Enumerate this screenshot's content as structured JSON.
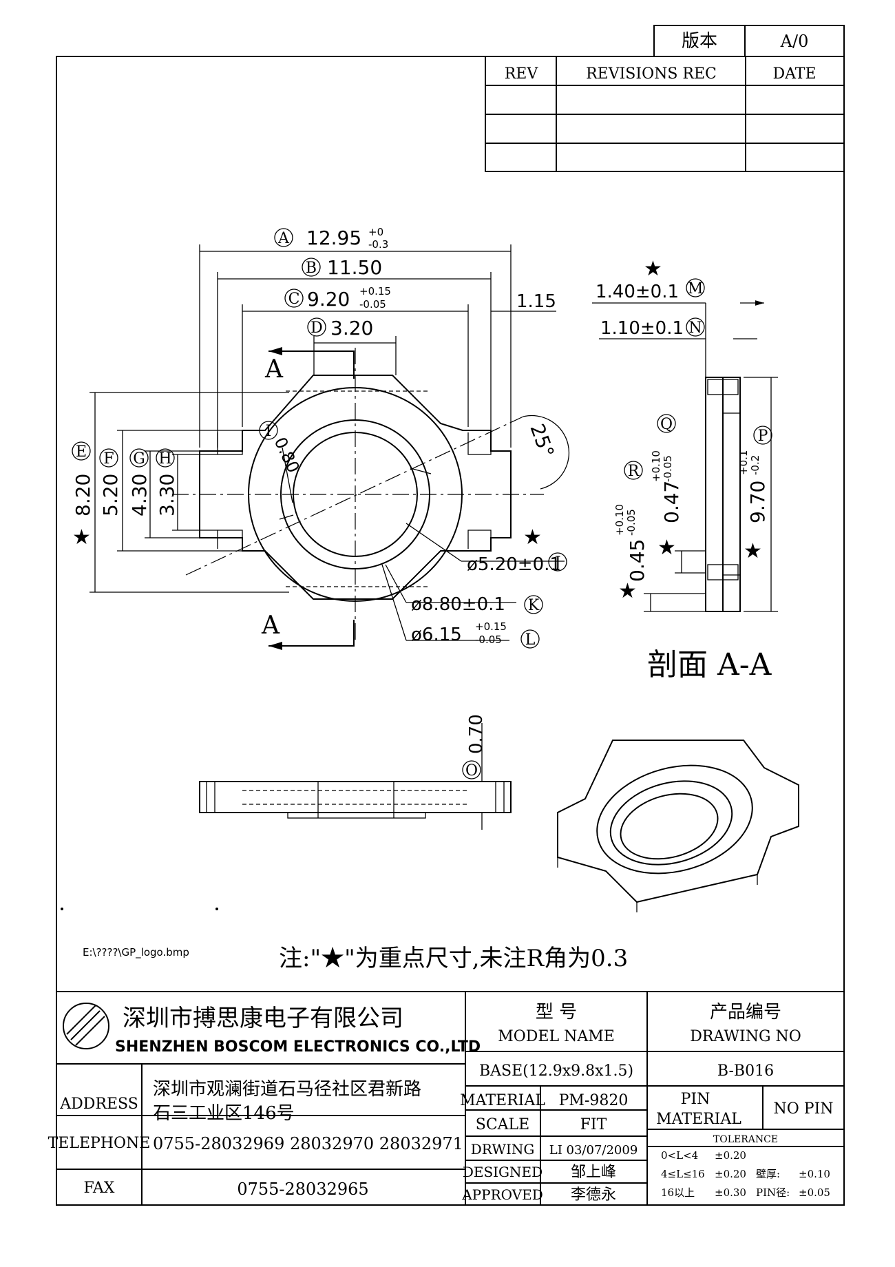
{
  "version_box": {
    "label": "版本",
    "value": "A/0"
  },
  "revisions": {
    "headers": [
      "REV",
      "REVISIONS REC",
      "DATE"
    ]
  },
  "dims": {
    "A": "12.95",
    "A_tol_up": "+0",
    "A_tol_dn": "-0.3",
    "B": "11.50",
    "C": "9.20",
    "C_tol_up": "+0.15",
    "C_tol_dn": "-0.05",
    "D": "3.20",
    "side_115": "1.15",
    "E": "8.20",
    "F": "5.20",
    "G": "4.30",
    "H": "3.30",
    "I": "0.80",
    "angle": "25°",
    "J": "ø5.20±0.1",
    "K": "ø8.80±0.1",
    "L": "ø6.15",
    "L_tol_up": "+0.15",
    "L_tol_dn": "-0.05",
    "M": "1.40±0.1",
    "N": "1.10±0.1",
    "P": "9.70",
    "P_tol_up": "+0.1",
    "P_tol_dn": "-0.2",
    "Q": "0.47",
    "Q_tol_up": "+0.10",
    "Q_tol_dn": "-0.05",
    "R": "0.45",
    "R_tol_up": "+0.10",
    "R_tol_dn": "-0.05",
    "O": "0.70"
  },
  "labels": {
    "A": "A",
    "B": "B",
    "C": "C",
    "D": "D",
    "E": "E",
    "F": "F",
    "G": "G",
    "H": "H",
    "I": "I",
    "J": "J",
    "K": "K",
    "L": "L",
    "M": "M",
    "N": "N",
    "O": "O",
    "P": "P",
    "Q": "Q",
    "R": "R",
    "section_letter": "A",
    "section_title": "剖面 A-A",
    "star": "★"
  },
  "logo_path": "E:\\????\\GP_logo.bmp",
  "note": "注:\"★\"为重点尺寸,未注R角为0.3",
  "company": {
    "name_cn": "深圳市搏思康电子有限公司",
    "name_en": "SHENZHEN BOSCOM ELECTRONICS CO.,LTD",
    "address_label": "ADDRESS",
    "address_line1": "深圳市观澜街道石马径社区君新路",
    "address_line2": "石三工业区146号",
    "telephone_label": "TELEPHONE",
    "telephone": "0755-28032969 28032970 28032971",
    "fax_label": "FAX",
    "fax": "0755-28032965"
  },
  "title_block": {
    "model_cn": "型    号",
    "model_en": "MODEL NAME",
    "drawing_cn": "产品编号",
    "drawing_en": "DRAWING NO",
    "model_value": "BASE(12.9x9.8x1.5)",
    "drawing_value": "B-B016",
    "material_label": "MATERIAL",
    "material_value": "PM-9820",
    "pin_label_1": "PIN",
    "pin_label_2": "MATERIAL",
    "pin_value": "NO PIN",
    "scale_label": "SCALE",
    "scale_value": "FIT",
    "tolerance_label": "TOLERANCE",
    "drawing_label": "DRWING",
    "drawing_by": "LI 03/07/2009",
    "designed_label": "DESIGNED",
    "designed_by": "邹上峰",
    "approved_label": "APPROVED",
    "approved_by": "李德永",
    "tol_row1_range": "0<L<4",
    "tol_row1_val": "±0.20",
    "tol_row2_range": "4≤L≤16",
    "tol_row2_val": "±0.20",
    "tol_row2_wall": "壁厚:",
    "tol_row2_wall_val": "±0.10",
    "tol_row3_range": "16以上",
    "tol_row3_val": "±0.30",
    "tol_row3_pin": "PIN径:",
    "tol_row3_pin_val": "±0.05"
  }
}
